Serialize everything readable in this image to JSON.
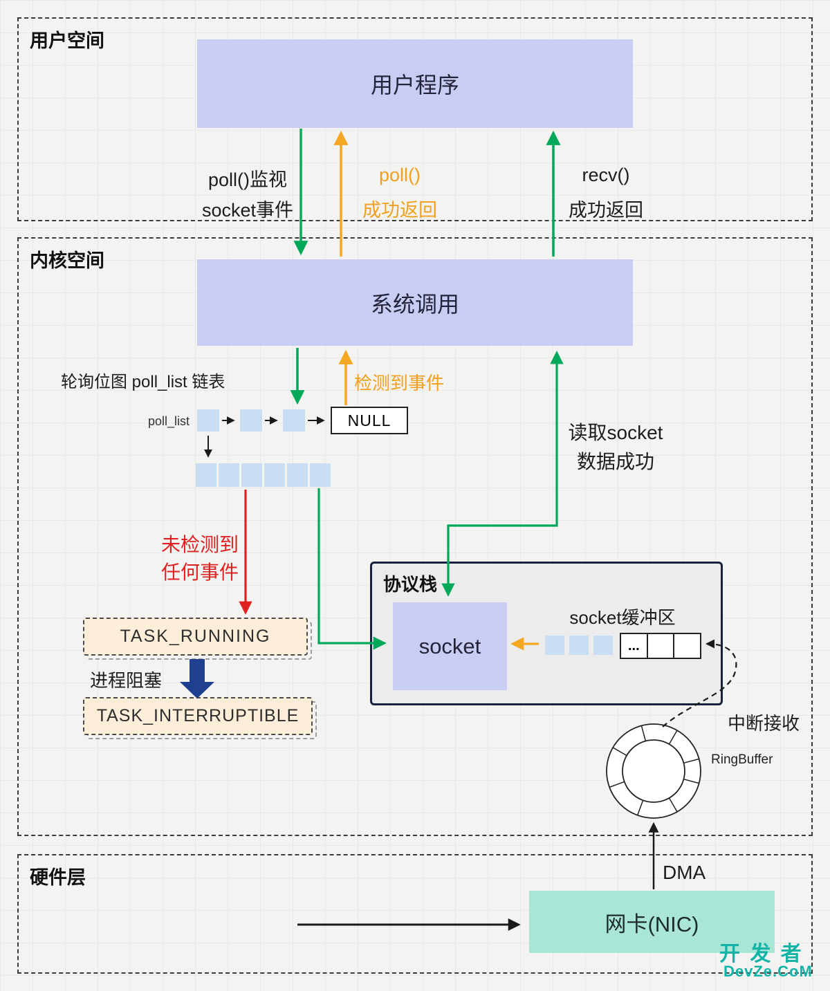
{
  "colors": {
    "green_arrow": "#00a859",
    "orange_arrow": "#f5a623",
    "red_arrow": "#e02020",
    "navy_arrow": "#1f3f8f",
    "purple_box": "#c9cdf3",
    "teal_box": "#a9e6d6",
    "peach_box": "#fdeeda",
    "cell_blue": "#c9def2",
    "watermark": "#13b3a8"
  },
  "user_space": {
    "section_label": "用户空间",
    "program_box": "用户程序",
    "poll_watch": {
      "line1": "poll()监视",
      "line2": "socket事件"
    },
    "poll_return": {
      "line1": "poll()",
      "line2": "成功返回"
    },
    "recv_return": {
      "line1": "recv()",
      "line2": "成功返回"
    }
  },
  "kernel_space": {
    "section_label": "内核空间",
    "syscall_box": "系统调用",
    "poll_list_title": "轮询位图 poll_list 链表",
    "poll_list_label": "poll_list",
    "null_box": "NULL",
    "event_detected": "检测到事件",
    "no_event": {
      "line1": "未检测到",
      "line2": "任何事件"
    },
    "task_running": "TASK_RUNNING",
    "process_block": "进程阻塞",
    "task_interruptible": "TASK_INTERRUPTIBLE",
    "read_socket": {
      "line1": "读取socket",
      "line2": "数据成功"
    },
    "protocol_stack": {
      "label": "协议栈",
      "socket_box": "socket",
      "buffer_label": "socket缓冲区",
      "cell_ellipsis": "..."
    },
    "ringbuffer_label": "RingBuffer",
    "interrupt_receive": "中断接收"
  },
  "hardware": {
    "section_label": "硬件层",
    "dma_label": "DMA",
    "nic_box": "网卡(NIC)"
  },
  "watermark": {
    "line1": "开 发 者",
    "line2": "DevZe.CoM"
  }
}
